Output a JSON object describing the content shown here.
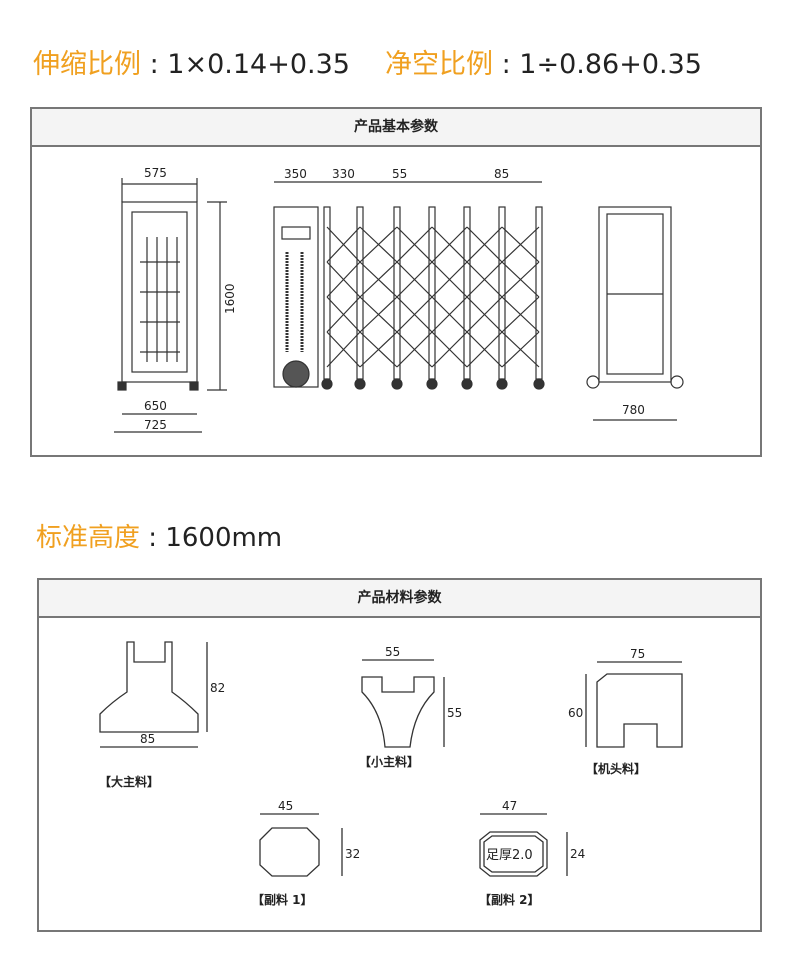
{
  "ratios": {
    "stretch_label": "伸缩比例",
    "stretch_value": "1×0.14+0.35",
    "clear_label": "净空比例",
    "clear_value": "1÷0.86+0.35",
    "sep": ":"
  },
  "basic": {
    "title": "产品基本参数",
    "dims": {
      "w575": "575",
      "h1600": "1600",
      "w650": "650",
      "w725": "725",
      "w350": "350",
      "w330": "330",
      "w55": "55",
      "w85": "85",
      "w780": "780"
    }
  },
  "height": {
    "label": "标准高度",
    "value": "1600mm"
  },
  "material": {
    "title": "产品材料参数",
    "items": [
      {
        "name": "【大主料】",
        "w": "85",
        "h": "82"
      },
      {
        "name": "【小主料】",
        "w": "55",
        "h": "55"
      },
      {
        "name": "【机头料】",
        "w": "75",
        "h": "60"
      },
      {
        "name": "【副料 1】",
        "w": "45",
        "h": "32"
      },
      {
        "name": "【副料 2】",
        "w": "47",
        "h": "24",
        "note": "足厚2.0"
      }
    ]
  }
}
